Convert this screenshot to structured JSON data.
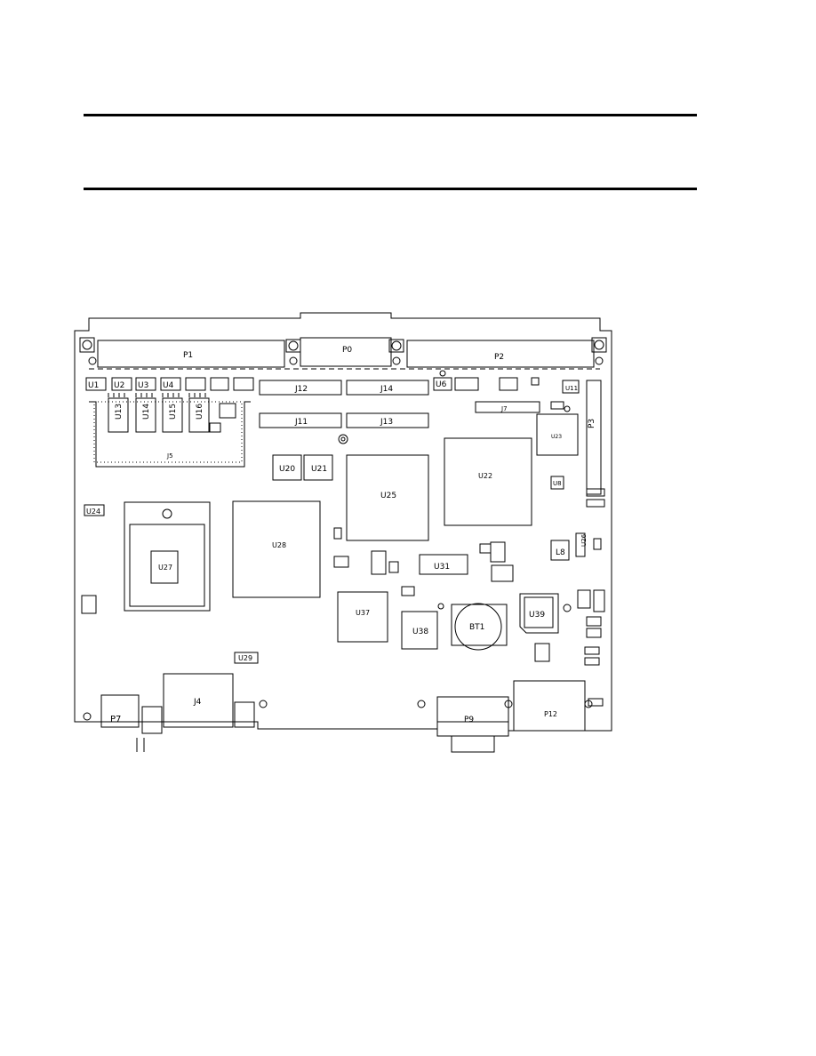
{
  "labels": {
    "P1": "P1",
    "P0": "P0",
    "P2": "P2",
    "P3": "P3",
    "P7": "P7",
    "P9": "P9",
    "P12": "P12",
    "J4": "J4",
    "J5": "J5",
    "J7": "J7",
    "J11": "J11",
    "J12": "J12",
    "J13": "J13",
    "J14": "J14",
    "U1": "U1",
    "U2": "U2",
    "U3": "U3",
    "U4": "U4",
    "U13": "U13",
    "U14": "U14",
    "U15": "U15",
    "U16": "U16",
    "U6": "U6",
    "U11": "U11",
    "U20": "U20",
    "U21": "U21",
    "U22": "U22",
    "U23": "U23",
    "U24": "U24",
    "U25": "U25",
    "U26": "U26",
    "U27": "U27",
    "U28": "U28",
    "U29": "U29",
    "U31": "U31",
    "U37": "U37",
    "U38": "U38",
    "U39": "U39",
    "BT1": "BT1",
    "L8": "L8",
    "U8": "U8"
  }
}
